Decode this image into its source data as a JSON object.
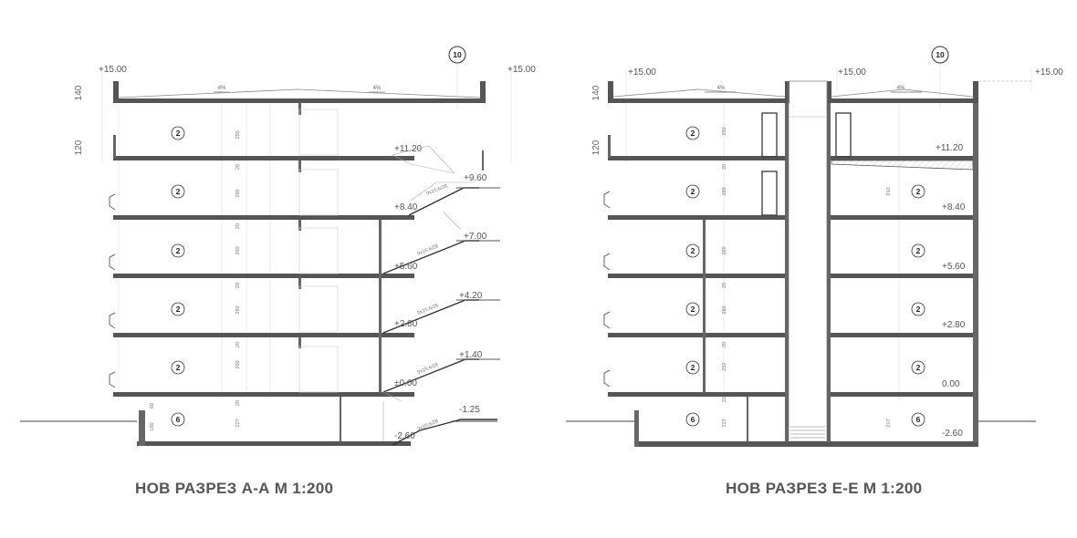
{
  "sections": [
    {
      "title": "НОВ РАЗРЕЗ А-А  М 1:200",
      "grid_axis": "10",
      "side_dims": [
        "140",
        "120"
      ],
      "levels": [
        "+15.00",
        "+11.20",
        "+9.60",
        "+8.40",
        "+7.00",
        "+5.60",
        "+4.20",
        "+2.80",
        "+1.40",
        "±0.00",
        "-1.25",
        "-2.60"
      ],
      "room_numbers": [
        "2",
        "2",
        "2",
        "2",
        "2",
        "6"
      ],
      "heights": [
        "250",
        "20",
        "260",
        "20",
        "260",
        "20",
        "260",
        "20",
        "260",
        "20",
        "60",
        "150",
        "227"
      ],
      "stair_labels": [
        "9x15,6/28",
        "9x15,6/28",
        "9x15,6/28",
        "9x15,6/28",
        "9x15,6/28"
      ],
      "slopes": [
        "4%",
        "4%"
      ]
    },
    {
      "title": "НОВ РАЗРЕЗ Е-Е  М 1:200",
      "grid_axis": "10",
      "side_dims": [
        "140",
        "120"
      ],
      "levels": [
        "+15.00",
        "+15.00",
        "+15.00",
        "+11.20",
        "+8.40",
        "+5.60",
        "+2.80",
        "0.00",
        "-2.60"
      ],
      "room_numbers": [
        "2",
        "2",
        "2",
        "2",
        "2",
        "2",
        "2",
        "2",
        "2",
        "2",
        "6",
        "6"
      ],
      "heights": [
        "250",
        "20",
        "260",
        "210",
        "260",
        "20",
        "260",
        "20",
        "252",
        "22",
        "223",
        "217"
      ],
      "slopes": [
        "4%",
        "4%"
      ]
    }
  ]
}
